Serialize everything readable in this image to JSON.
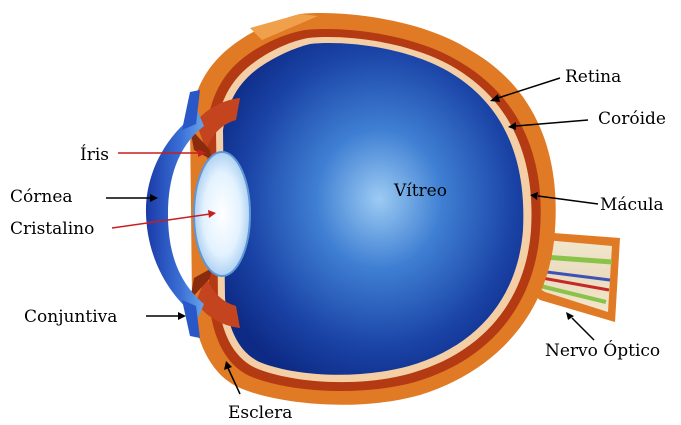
{
  "labels": {
    "iris": "Íris",
    "cornea": "Córnea",
    "cristalino": "Cristalino",
    "conjuntiva": "Conjuntiva",
    "esclera": "Esclera",
    "retina": "Retina",
    "coroide": "Coróide",
    "vitreo": "Vítreo",
    "macula": "Mácula",
    "nervo_optico": "Nervo Óptico"
  },
  "colors": {
    "vitreous_center": "#8fc3f0",
    "vitreous_edge": "#0d2a85",
    "sclera": "#e07a24",
    "choroid": "#b33a12",
    "retina": "#f4cfa6",
    "lens": "#dcefff",
    "iris": "#c4441f",
    "cornea": "#2a57c8",
    "leader_black": "#000000",
    "leader_red": "#c81e1e"
  }
}
